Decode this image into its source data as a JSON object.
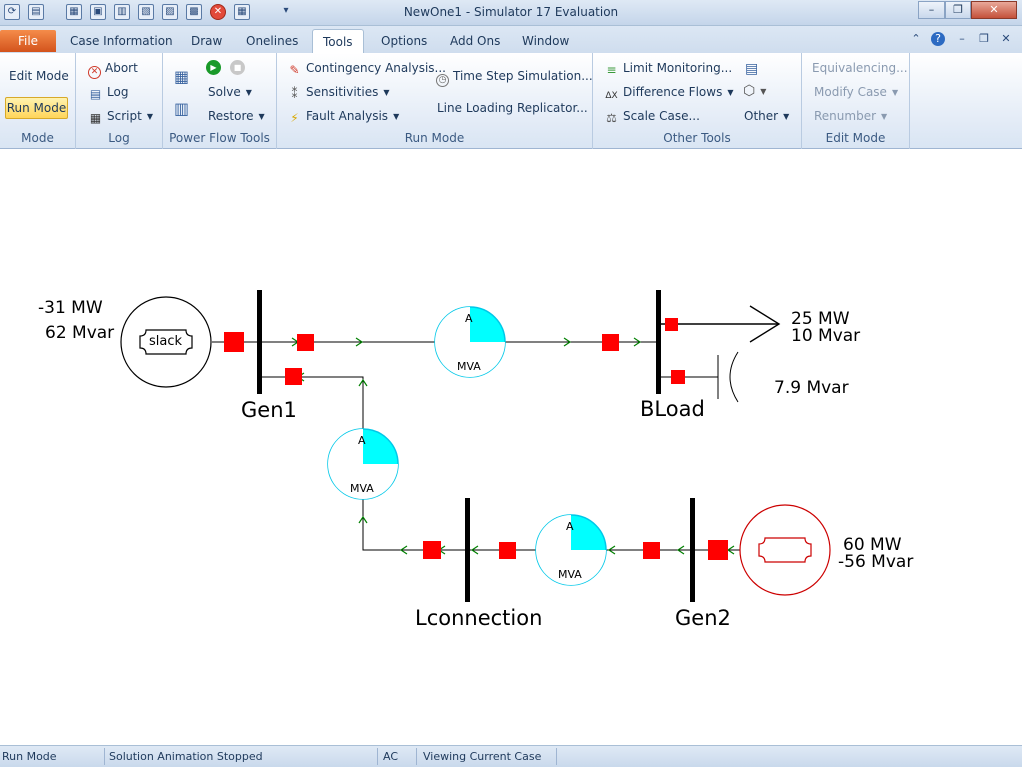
{
  "window": {
    "title": "NewOne1 - Simulator 17 Evaluation",
    "controls": {
      "minimize": "–",
      "maximize": "❐",
      "close": "✕"
    }
  },
  "tabs": {
    "file": "File",
    "items": [
      "Case Information",
      "Draw",
      "Onelines",
      "Tools",
      "Options",
      "Add Ons",
      "Window"
    ],
    "active": "Tools"
  },
  "ribbon": {
    "mode": {
      "edit_mode": "Edit Mode",
      "run_mode": "Run Mode",
      "label": "Mode"
    },
    "log": {
      "abort": "Abort",
      "log": "Log",
      "script": "Script",
      "label": "Log"
    },
    "power_flow_tools": {
      "solve": "Solve",
      "restore": "Restore",
      "label": "Power Flow Tools"
    },
    "run_mode": {
      "contingency": "Contingency Analysis...",
      "sensitivities": "Sensitivities",
      "fault": "Fault Analysis",
      "time_step": "Time Step Simulation...",
      "line_loading": "Line Loading Replicator...",
      "label": "Run Mode"
    },
    "other_tools": {
      "limit_monitoring": "Limit Monitoring...",
      "difference_flows": "Difference Flows",
      "scale_case": "Scale Case...",
      "other": "Other",
      "label": "Other Tools"
    },
    "edit_mode_group": {
      "equivalencing": "Equivalencing...",
      "modify_case": "Modify Case",
      "renumber": "Renumber",
      "label": "Edit Mode"
    }
  },
  "oneline": {
    "slack": {
      "mw": "-31 MW",
      "mvar": "62 Mvar",
      "label": "slack"
    },
    "buses": {
      "gen1": "Gen1",
      "bload": "BLoad",
      "lconnection": "Lconnection",
      "gen2": "Gen2"
    },
    "load": {
      "mw": "25 MW",
      "mvar": "10 Mvar"
    },
    "shunt": {
      "mvar": "7.9 Mvar"
    },
    "gen2": {
      "mw": "60 MW",
      "mvar": "-56 Mvar"
    },
    "pie_labels": {
      "amps": "A",
      "mva": "MVA"
    },
    "pie_loading": [
      0.25,
      0.25,
      0.25
    ],
    "colors": {
      "pie": "#00ffff",
      "breaker": "#ff0000",
      "flow_arrow": "#008000",
      "gen2_circle": "#cc0000"
    }
  },
  "statusbar": {
    "mode": "Run Mode",
    "animation": "Solution Animation Stopped",
    "ac": "AC",
    "viewing": "Viewing Current Case"
  }
}
